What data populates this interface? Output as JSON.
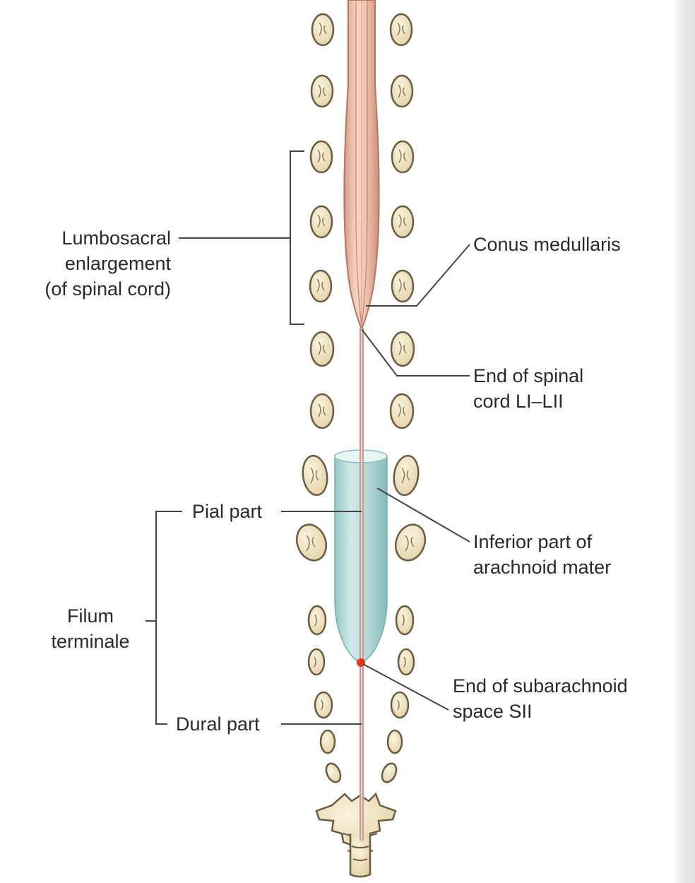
{
  "labels": {
    "lumbosacral": [
      "Lumbosacral",
      "enlargement",
      "(of spinal cord)"
    ],
    "conus": "Conus medullaris",
    "end_cord": [
      "End of spinal",
      "cord LI–LII"
    ],
    "pial": "Pial part",
    "arachnoid": [
      "Inferior part of",
      "arachnoid mater"
    ],
    "filum": [
      "Filum",
      "terminale"
    ],
    "subarachnoid": [
      "End of subarachnoid",
      "space SII"
    ],
    "dural": "Dural part"
  },
  "colors": {
    "cord": "#f0c8b4",
    "cord_edge": "#b07860",
    "bone": "#f2e6c8",
    "bone_edge": "#6a5c40",
    "arachnoid": "#9fcfcf",
    "marker": "#e8341c",
    "leader": "#444444"
  }
}
